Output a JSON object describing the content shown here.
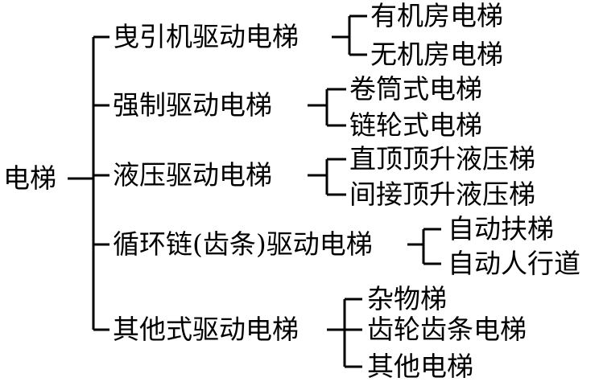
{
  "tree": {
    "root": "电梯",
    "groups": [
      {
        "label": "曳引机驱动电梯",
        "children": [
          "有机房电梯",
          "无机房电梯"
        ]
      },
      {
        "label": "强制驱动电梯",
        "children": [
          "卷筒式电梯",
          "链轮式电梯"
        ]
      },
      {
        "label": "液压驱动电梯",
        "children": [
          "直顶顶升液压梯",
          "间接顶升液压梯"
        ]
      },
      {
        "label": "循环链(齿条)驱动电梯",
        "children": [
          "自动扶梯",
          "自动人行道"
        ]
      },
      {
        "label": "其他式驱动电梯",
        "children": [
          "杂物梯",
          "齿轮齿条电梯",
          "其他电梯"
        ]
      }
    ]
  },
  "colors": {
    "line": "#000000",
    "text": "#000000"
  }
}
